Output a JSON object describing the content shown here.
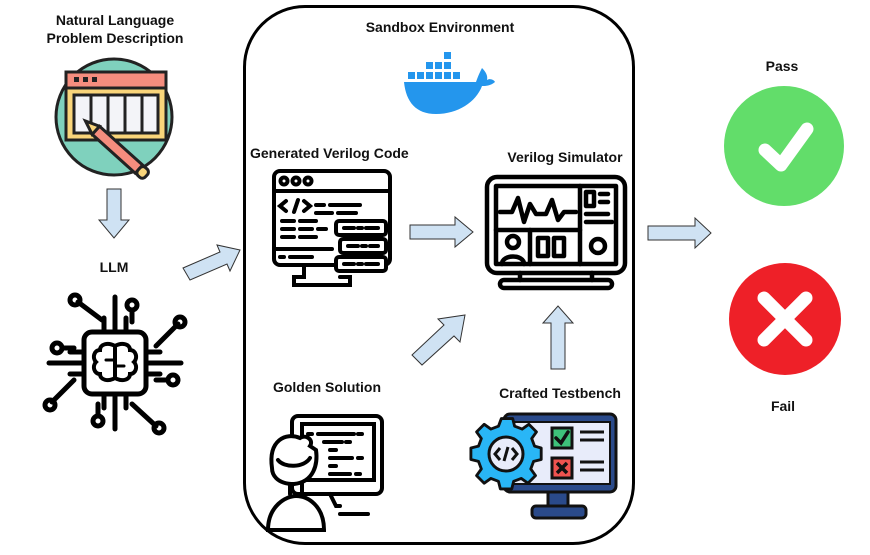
{
  "nodes": {
    "problem": {
      "label_line1": "Natural Language",
      "label_line2": "Problem Description"
    },
    "llm": {
      "label": "LLM"
    },
    "sandbox": {
      "label": "Sandbox Environment"
    },
    "generated_code": {
      "label": "Generated Verilog Code"
    },
    "simulator": {
      "label": "Verilog Simulator"
    },
    "golden": {
      "label": "Golden Solution"
    },
    "testbench": {
      "label": "Crafted Testbench"
    },
    "pass": {
      "label": "Pass"
    },
    "fail": {
      "label": "Fail"
    }
  },
  "icons": {
    "problem": "document-edit-icon",
    "llm": "ai-chip-brain-icon",
    "sandbox": "docker-whale-icon",
    "generated_code": "code-monitor-database-icon",
    "simulator": "dashboard-monitor-icon",
    "golden": "developer-monitor-icon",
    "testbench": "gear-checklist-monitor-icon",
    "pass": "checkmark-circle-icon",
    "fail": "x-circle-icon"
  },
  "edges": [
    {
      "from": "Natural Language Problem Description",
      "to": "LLM"
    },
    {
      "from": "LLM",
      "to": "Sandbox Environment"
    },
    {
      "from": "Generated Verilog Code",
      "to": "Verilog Simulator"
    },
    {
      "from": "Golden Solution",
      "to": "Verilog Simulator"
    },
    {
      "from": "Crafted Testbench",
      "to": "Verilog Simulator"
    },
    {
      "from": "Sandbox Environment",
      "to": "Pass / Fail"
    }
  ],
  "colors": {
    "arrow_fill": "#cfe2f3",
    "docker_blue": "#2496ed",
    "pass_green": "#62dd6a",
    "fail_red": "#ee2028",
    "doc_teal": "#7fd1bd",
    "doc_salmon": "#f58d7e",
    "doc_yellow": "#f9d57a",
    "testbench_navy": "#2a4a8a",
    "gear_cyan": "#29b6f6"
  }
}
